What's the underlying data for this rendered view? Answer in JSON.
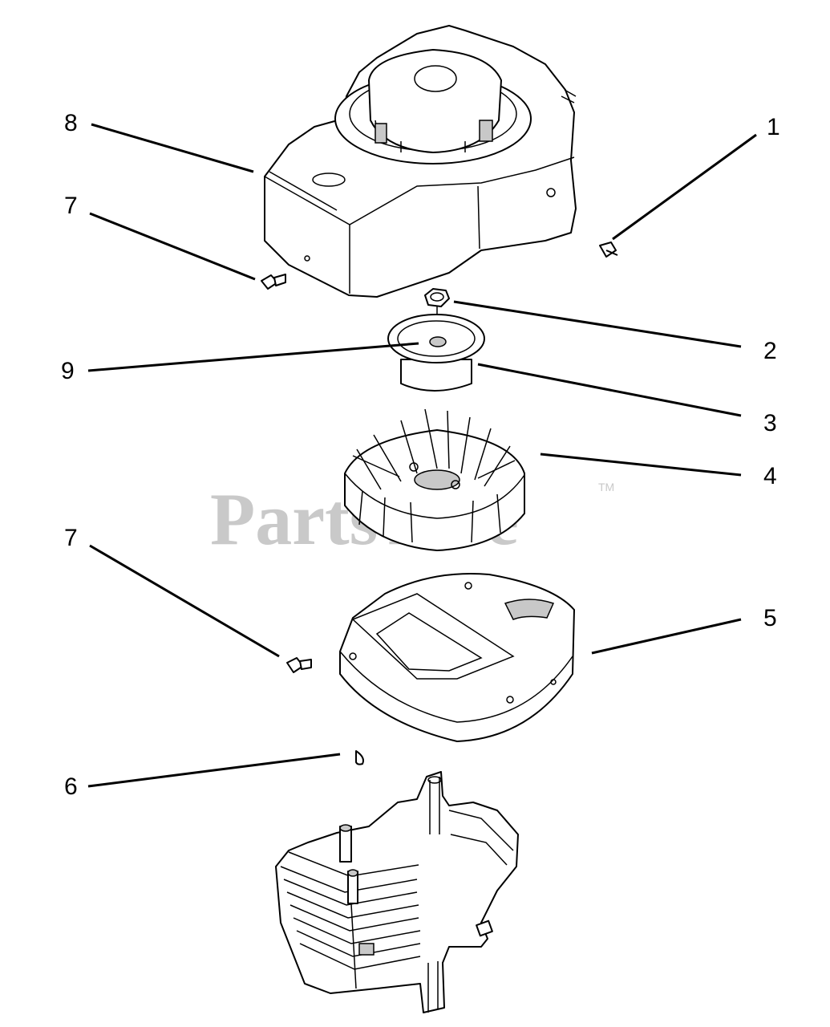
{
  "watermark": {
    "text": "PartsTree",
    "trademark": "TM"
  },
  "callouts": [
    {
      "id": "callout-8",
      "label": "8"
    },
    {
      "id": "callout-1",
      "label": "1"
    },
    {
      "id": "callout-7a",
      "label": "7"
    },
    {
      "id": "callout-2",
      "label": "2"
    },
    {
      "id": "callout-9",
      "label": "9"
    },
    {
      "id": "callout-3",
      "label": "3"
    },
    {
      "id": "callout-4",
      "label": "4"
    },
    {
      "id": "callout-7b",
      "label": "7"
    },
    {
      "id": "callout-5",
      "label": "5"
    },
    {
      "id": "callout-6",
      "label": "6"
    }
  ],
  "parts": [
    "blower-housing",
    "screw",
    "nut",
    "starter-cup",
    "flywheel",
    "engine-base-plate",
    "woodruff-key",
    "engine-cylinder-block",
    "washer"
  ]
}
